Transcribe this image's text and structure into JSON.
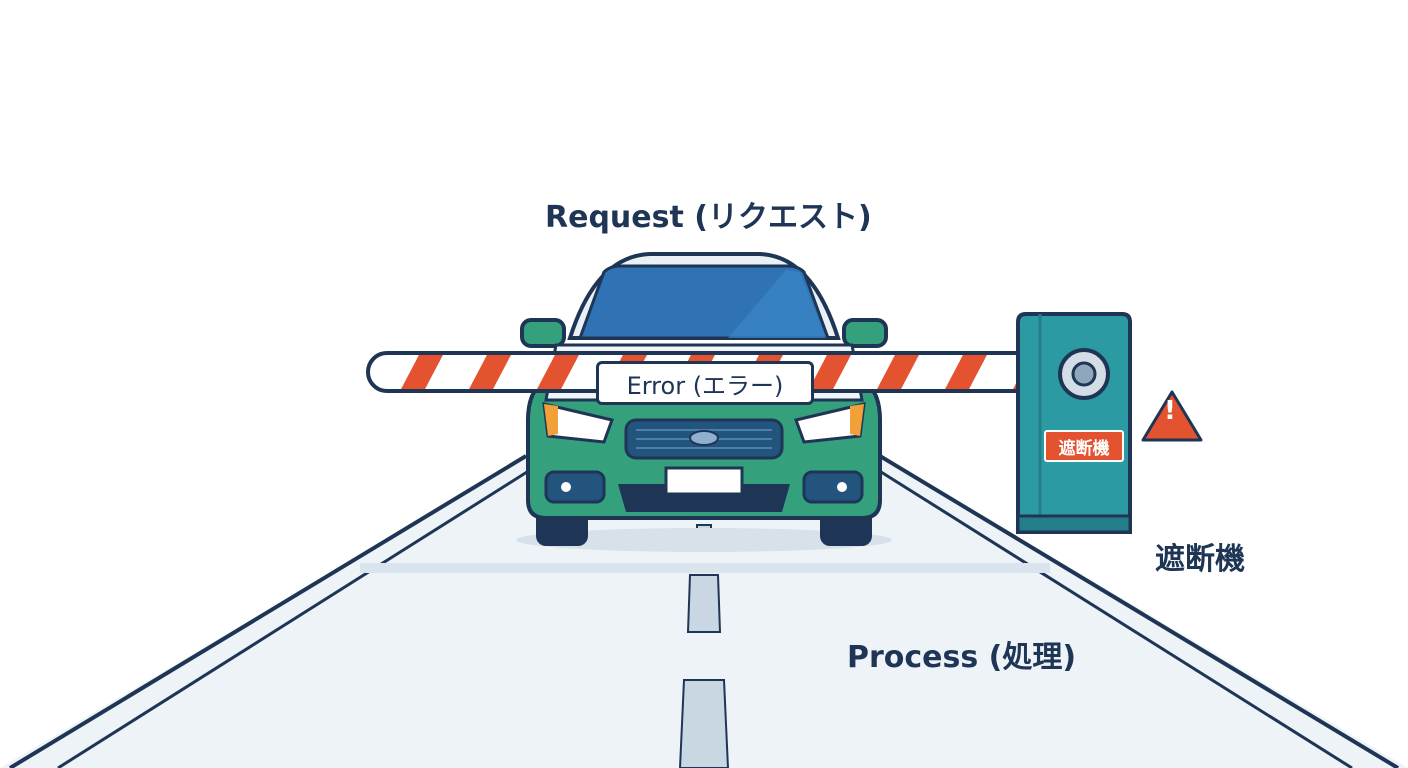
{
  "labels": {
    "request": "Request (リクエスト)",
    "error": "Error (エラー)",
    "process": "Process (処理)",
    "barrier": "遮断機",
    "barrier_sign": "遮断機",
    "warning_mark": "!"
  },
  "colors": {
    "outline": "#1e3556",
    "car_body": "#35a07c",
    "windshield": "#2f73b4",
    "barrier_stripe": "#e4532f",
    "gate_post": "#2c9aa3",
    "road": "#eef3f8",
    "lane_marking": "#c9d7e3"
  },
  "icons": [
    "warning-triangle-icon",
    "car-icon",
    "barrier-gate-icon"
  ]
}
